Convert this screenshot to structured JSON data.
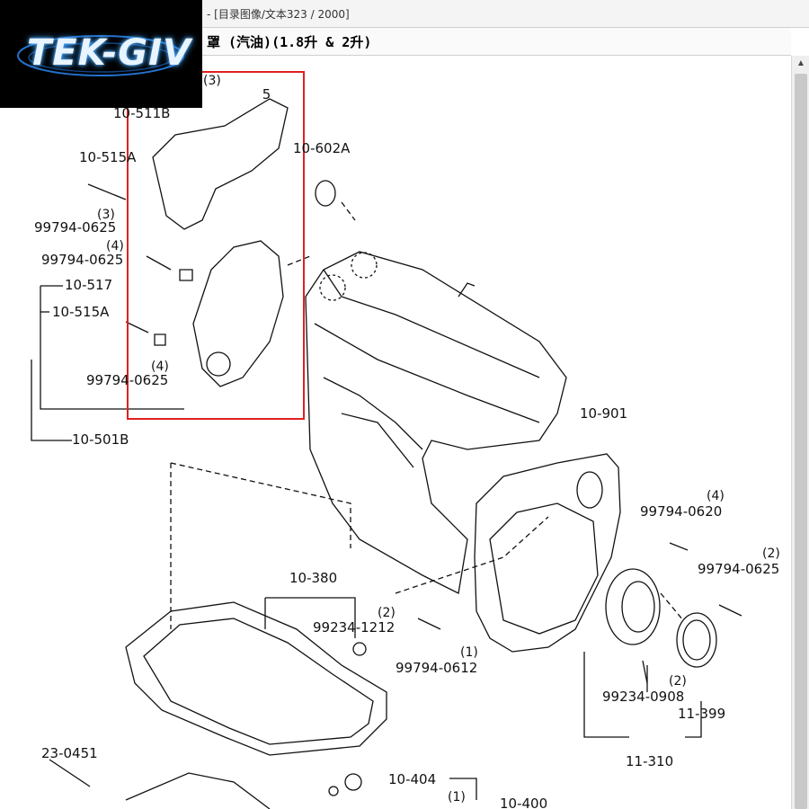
{
  "window": {
    "path_text": "- [目录图像/文本323 / 2000]",
    "caption_text": "罩 (汽油)(1.8升 & 2升)"
  },
  "logo": {
    "text": "TEK-GIV"
  },
  "scrollbar": {
    "up_arrow": "▲"
  },
  "highlight": {
    "color": "#e02020"
  },
  "labels": {
    "p10_511b": "10-511B",
    "p10_515a_top": "10-515A",
    "q3_top": "(3)",
    "p99794_0625_a": "99794-0625",
    "q3_b": "(3)",
    "p99794_0625_b": "99794-0625",
    "q4_a": "(4)",
    "p99794_0625_c": "99794-0625",
    "p10_517": "10-517",
    "p10_515a_mid": "10-515A",
    "q4_b": "(4)",
    "p99794_0625_d": "99794-0625",
    "p10_501b": "10-501B",
    "p10_602a": "10-602A",
    "p10_901": "10-901",
    "q4_c": "(4)",
    "p99794_0620": "99794-0620",
    "q2_a": "(2)",
    "p99794_0625_e": "99794-0625",
    "p10_380": "10-380",
    "q2_b": "(2)",
    "p99234_1212": "99234-1212",
    "q1_a": "(1)",
    "p99794_0612": "99794-0612",
    "q2_c": "(2)",
    "p99234_0908": "99234-0908",
    "p11_399": "11-399",
    "p11_310": "11-310",
    "p23_0451": "23-0451",
    "p10_404": "10-404",
    "q1_b": "(1)",
    "p10_400": "10-400"
  }
}
